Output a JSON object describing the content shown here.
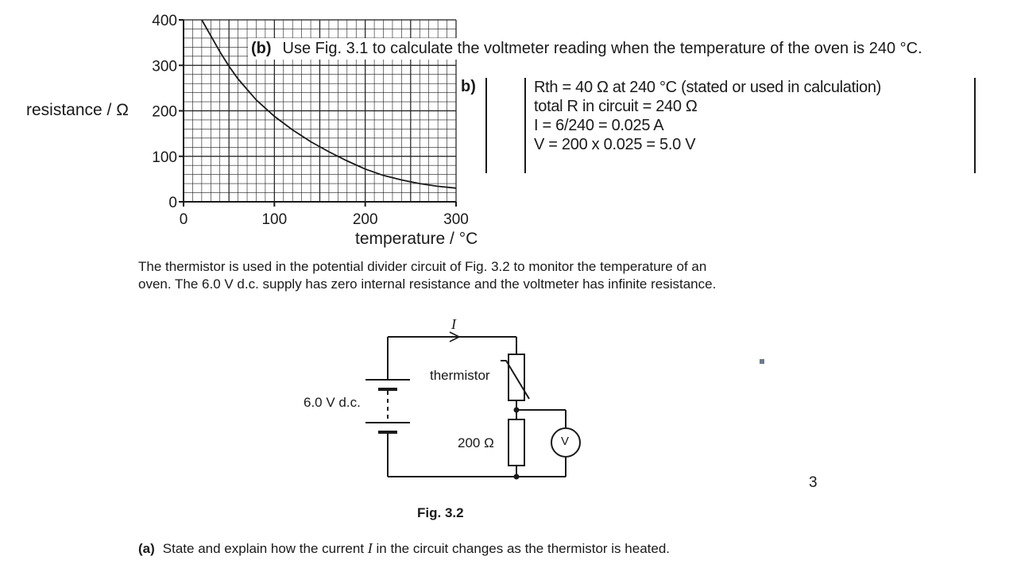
{
  "graph": {
    "ylabel": "resistance / Ω",
    "xlabel": "temperature / °C",
    "yticks": [
      "400",
      "300",
      "200",
      "100",
      "0"
    ],
    "xticks": [
      "0",
      "100",
      "200",
      "300"
    ]
  },
  "chart_data": {
    "type": "line",
    "xlabel": "temperature / °C",
    "ylabel": "resistance / Ω",
    "xlim": [
      0,
      300
    ],
    "ylim": [
      0,
      400
    ],
    "grid": true,
    "series": [
      {
        "x": [
          20,
          30,
          40,
          50,
          60,
          80,
          100,
          120,
          140,
          160,
          180,
          200,
          220,
          240,
          260,
          280,
          300
        ],
        "values": [
          400,
          365,
          330,
          298,
          270,
          224,
          188,
          158,
          132,
          110,
          90,
          72,
          58,
          48,
          40,
          34,
          30
        ]
      }
    ]
  },
  "question_b": {
    "label": "(b)",
    "text": "Use Fig. 3.1 to calculate the voltmeter reading when the temperature of the oven is 240 °C."
  },
  "answer": {
    "label": "b)",
    "lines": [
      "Rth = 40 Ω at 240 °C (stated or used in calculation)",
      "total R in circuit  = 240 Ω",
      "I = 6/240 = 0.025 A",
      "V = 200 x 0.025 = 5.0 V"
    ]
  },
  "intro": {
    "line1": "The thermistor is used in the potential divider circuit of Fig. 3.2 to monitor the temperature of an",
    "line2": "oven. The 6.0 V d.c. supply has zero internal resistance and the voltmeter has infinite resistance."
  },
  "circuit": {
    "current_label": "I",
    "thermistor_label": "thermistor",
    "supply_label": "6.0 V d.c.",
    "resistor_label": "200 Ω",
    "voltmeter_symbol": "V"
  },
  "figure_caption": "Fig. 3.2",
  "question_a": {
    "label": "(a)",
    "text_before": "State and explain how the current",
    "current_symbol": "I",
    "text_after": "in the circuit changes as the thermistor is heated."
  },
  "page_number": "3"
}
